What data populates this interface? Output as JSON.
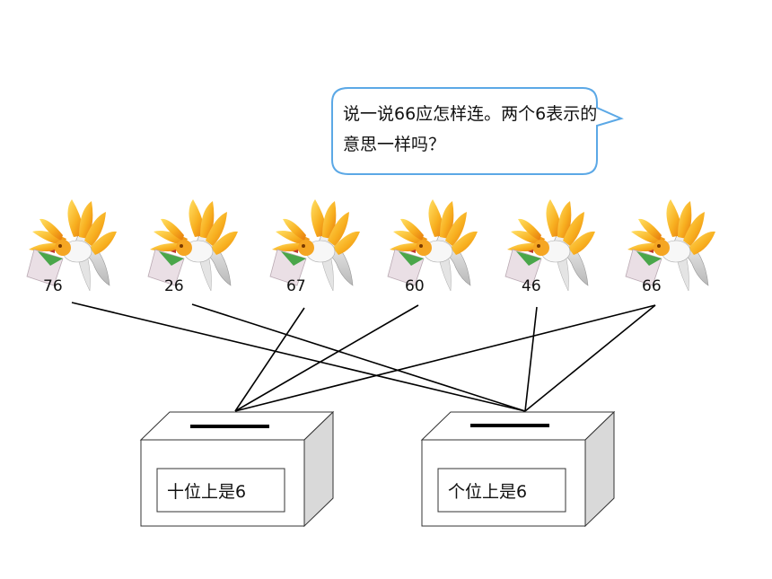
{
  "bubble": {
    "text": "说一说66应怎样连。两个6表示的意思一样吗？"
  },
  "birds": [
    {
      "number": "76"
    },
    {
      "number": "26"
    },
    {
      "number": "67"
    },
    {
      "number": "60"
    },
    {
      "number": "46"
    },
    {
      "number": "66"
    }
  ],
  "boxes": [
    {
      "label": "十位上是6"
    },
    {
      "label": "个位上是6"
    }
  ],
  "connections": [
    {
      "from": "76",
      "to": "个位上是6"
    },
    {
      "from": "26",
      "to": "个位上是6"
    },
    {
      "from": "67",
      "to": "十位上是6"
    },
    {
      "from": "60",
      "to": "十位上是6"
    },
    {
      "from": "46",
      "to": "个位上是6"
    },
    {
      "from": "66",
      "to": "十位上是6"
    },
    {
      "from": "66",
      "to": "个位上是6"
    }
  ],
  "colors": {
    "bubble_border": "#5ba8e6",
    "wing_orange": "#f6a21a",
    "wing_yellow": "#ffd84a",
    "envelope_green": "#4aa64a",
    "envelope_pink": "#e8dde3",
    "box_side": "#d9d9d9"
  }
}
